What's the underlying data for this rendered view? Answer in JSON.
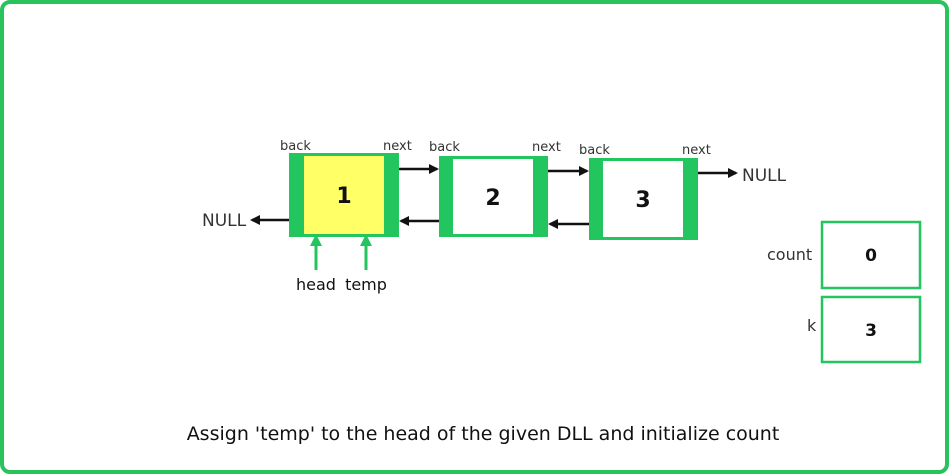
{
  "nodes": [
    {
      "value": "1",
      "back_label": "back",
      "next_label": "next",
      "highlighted": true
    },
    {
      "value": "2",
      "back_label": "back",
      "next_label": "next",
      "highlighted": false
    },
    {
      "value": "3",
      "back_label": "back",
      "next_label": "next",
      "highlighted": false
    }
  ],
  "null_left": "NULL",
  "null_right": "NULL",
  "pointers": {
    "head": "head",
    "temp": "temp"
  },
  "variables": [
    {
      "name": "count",
      "value": "0"
    },
    {
      "name": "k",
      "value": "3"
    }
  ],
  "caption": "Assign 'temp' to the head of the given DLL and initialize count",
  "colors": {
    "border": "#2ac25a",
    "node_edge": "#22c55e",
    "highlight": "#ffff66",
    "arrow": "#111111",
    "pointer_arrow": "#22c55e"
  }
}
